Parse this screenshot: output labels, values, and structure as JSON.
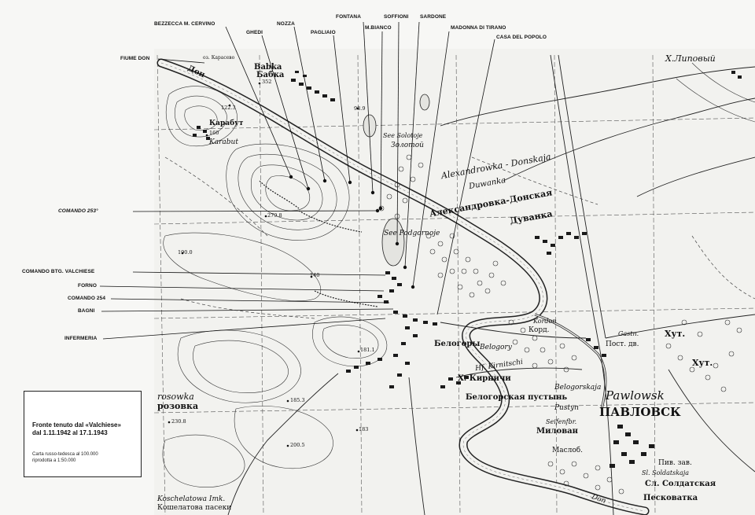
{
  "map_labels": {
    "callouts": {
      "bezzecca": "BEZZECCA M. CERVINO",
      "ghedi": "GHEDI",
      "nozza": "NOZZA",
      "pagliaio": "PAGLIAIO",
      "fontana": "FONTANA",
      "soffioni": "SOFFIONI",
      "sardone": "SARDONE",
      "m_bianco": "M.BIANCO",
      "madonna": "MADONNA DI TIRANO",
      "casa_popolo": "CASA DEL POPOLO",
      "fiume_don": "FIUME DON",
      "comando_253": "COMANDO 253°",
      "comando_btg": "COMANDO BTG. VALCHIESE",
      "forno": "FORNO",
      "comando_254": "COMANDO 254",
      "bagni": "BAGNI",
      "infermeria": "INFERMERIA"
    },
    "places": {
      "babka_ru": "Бабка",
      "babka_lat": "Babka",
      "karabut_ru": "Карабут",
      "karabut_lat": "Karabut",
      "lipovyi": "X.Липовый",
      "solotoje": "See Solotoje",
      "solotoje_ru": "Золотой",
      "alexandrowka": "Alexandrowka - Donskaja",
      "duwanka": "Duwanka",
      "aleks_ru": "Александровка-Донская",
      "duvanka_ru": "Дуванка",
      "podgornoje": "See Podgornoje",
      "belogory_ru": "Белогоры",
      "belogory_lat": "Belogory",
      "kordon": "Kordon",
      "kord_ru": "Корд.",
      "kirnitschi": "Hf. Kirnitschi",
      "kirpichi_ru": "Х. Кирничи",
      "belog_pustyn": "Belogorskaja",
      "belog_pustyn_ru": "Белогорская пустынь",
      "pustyn": "Pustyn",
      "pawlowsk": "Pawlowsk",
      "pavlovsk_ru": "ПАВЛОВСК",
      "gastn": "Gastn.",
      "post": "Пост. дв.",
      "khut1": "Хут.",
      "khut2": "Хут.",
      "seifenfbr": "Seifenfbr.",
      "milovan": "Милован",
      "maslob": "Маслоб.",
      "pesk": "Песковатка",
      "soldatskaja": "Sl. Soldatskaja",
      "soldat_ru": "Сл. Солдатская",
      "piv": "Пив. зав.",
      "rosowka": "rosowka",
      "rosovka_ru": "розовка",
      "koschel": "Koschelatowa Imk.",
      "koschel_ru": "Кошелатова пасеки",
      "don_ru": "Дон",
      "don_lat": "Don",
      "karasevo": "оз. Карасево"
    },
    "elevations": [
      "352",
      "122.3",
      "160",
      "98.9",
      "279.8",
      "190.0",
      "140",
      "181.1",
      "185.3",
      "230.8",
      "200.5",
      "183"
    ]
  },
  "legend": {
    "title_line1": "Fronte tenuto dal «Valchiese»",
    "title_line2": "dal 1.11.1942 al 17.1.1943",
    "note_line1": "Carta russo-tedesca al 100.000",
    "note_line2": "riprodotta a 1:50.000"
  }
}
